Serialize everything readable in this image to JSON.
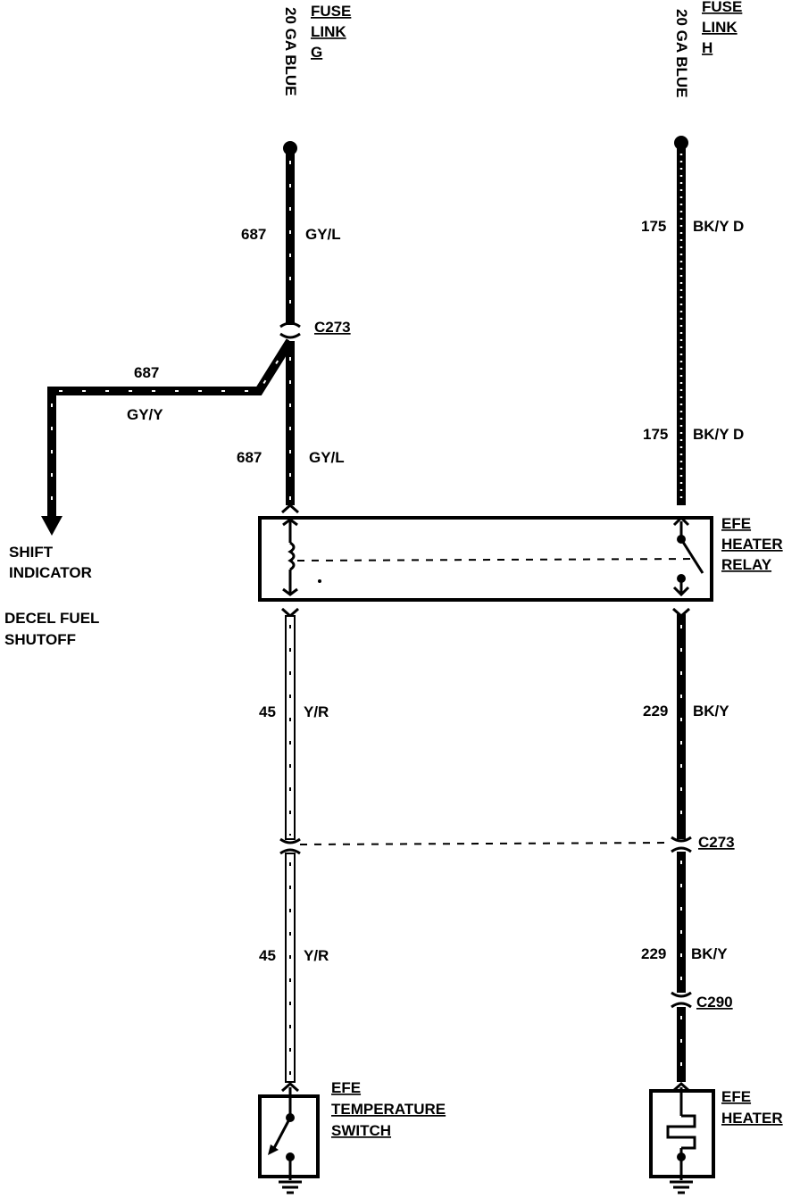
{
  "left_circuit": {
    "supply_wire": "20 GA BLUE",
    "fuse_link": [
      "FUSE",
      "LINK",
      "G"
    ],
    "wire_top": {
      "number": "687",
      "color": "GY/L"
    },
    "connector_top": "C273",
    "branch": {
      "number": "687",
      "color": "GY/Y"
    },
    "wire_mid": {
      "number": "687",
      "color": "GY/L"
    },
    "branch_destinations": [
      "SHIFT",
      "INDICATOR",
      "DECEL FUEL",
      "SHUTOFF"
    ],
    "wire_lower_1": {
      "number": "45",
      "color": "Y/R"
    },
    "wire_lower_2": {
      "number": "45",
      "color": "Y/R"
    },
    "component": [
      "EFE",
      "TEMPERATURE",
      "SWITCH"
    ]
  },
  "right_circuit": {
    "supply_wire": "20 GA BLUE",
    "fuse_link": [
      "FUSE",
      "LINK",
      "H"
    ],
    "wire_top_1": {
      "number": "175",
      "color": "BK/Y D"
    },
    "wire_top_2": {
      "number": "175",
      "color": "BK/Y D"
    },
    "relay": [
      "EFE",
      "HEATER",
      "RELAY"
    ],
    "wire_lower_1": {
      "number": "229",
      "color": "BK/Y"
    },
    "connector_mid": "C273",
    "wire_lower_2": {
      "number": "229",
      "color": "BK/Y"
    },
    "connector_low": "C290",
    "component": [
      "EFE",
      "HEATER"
    ]
  }
}
